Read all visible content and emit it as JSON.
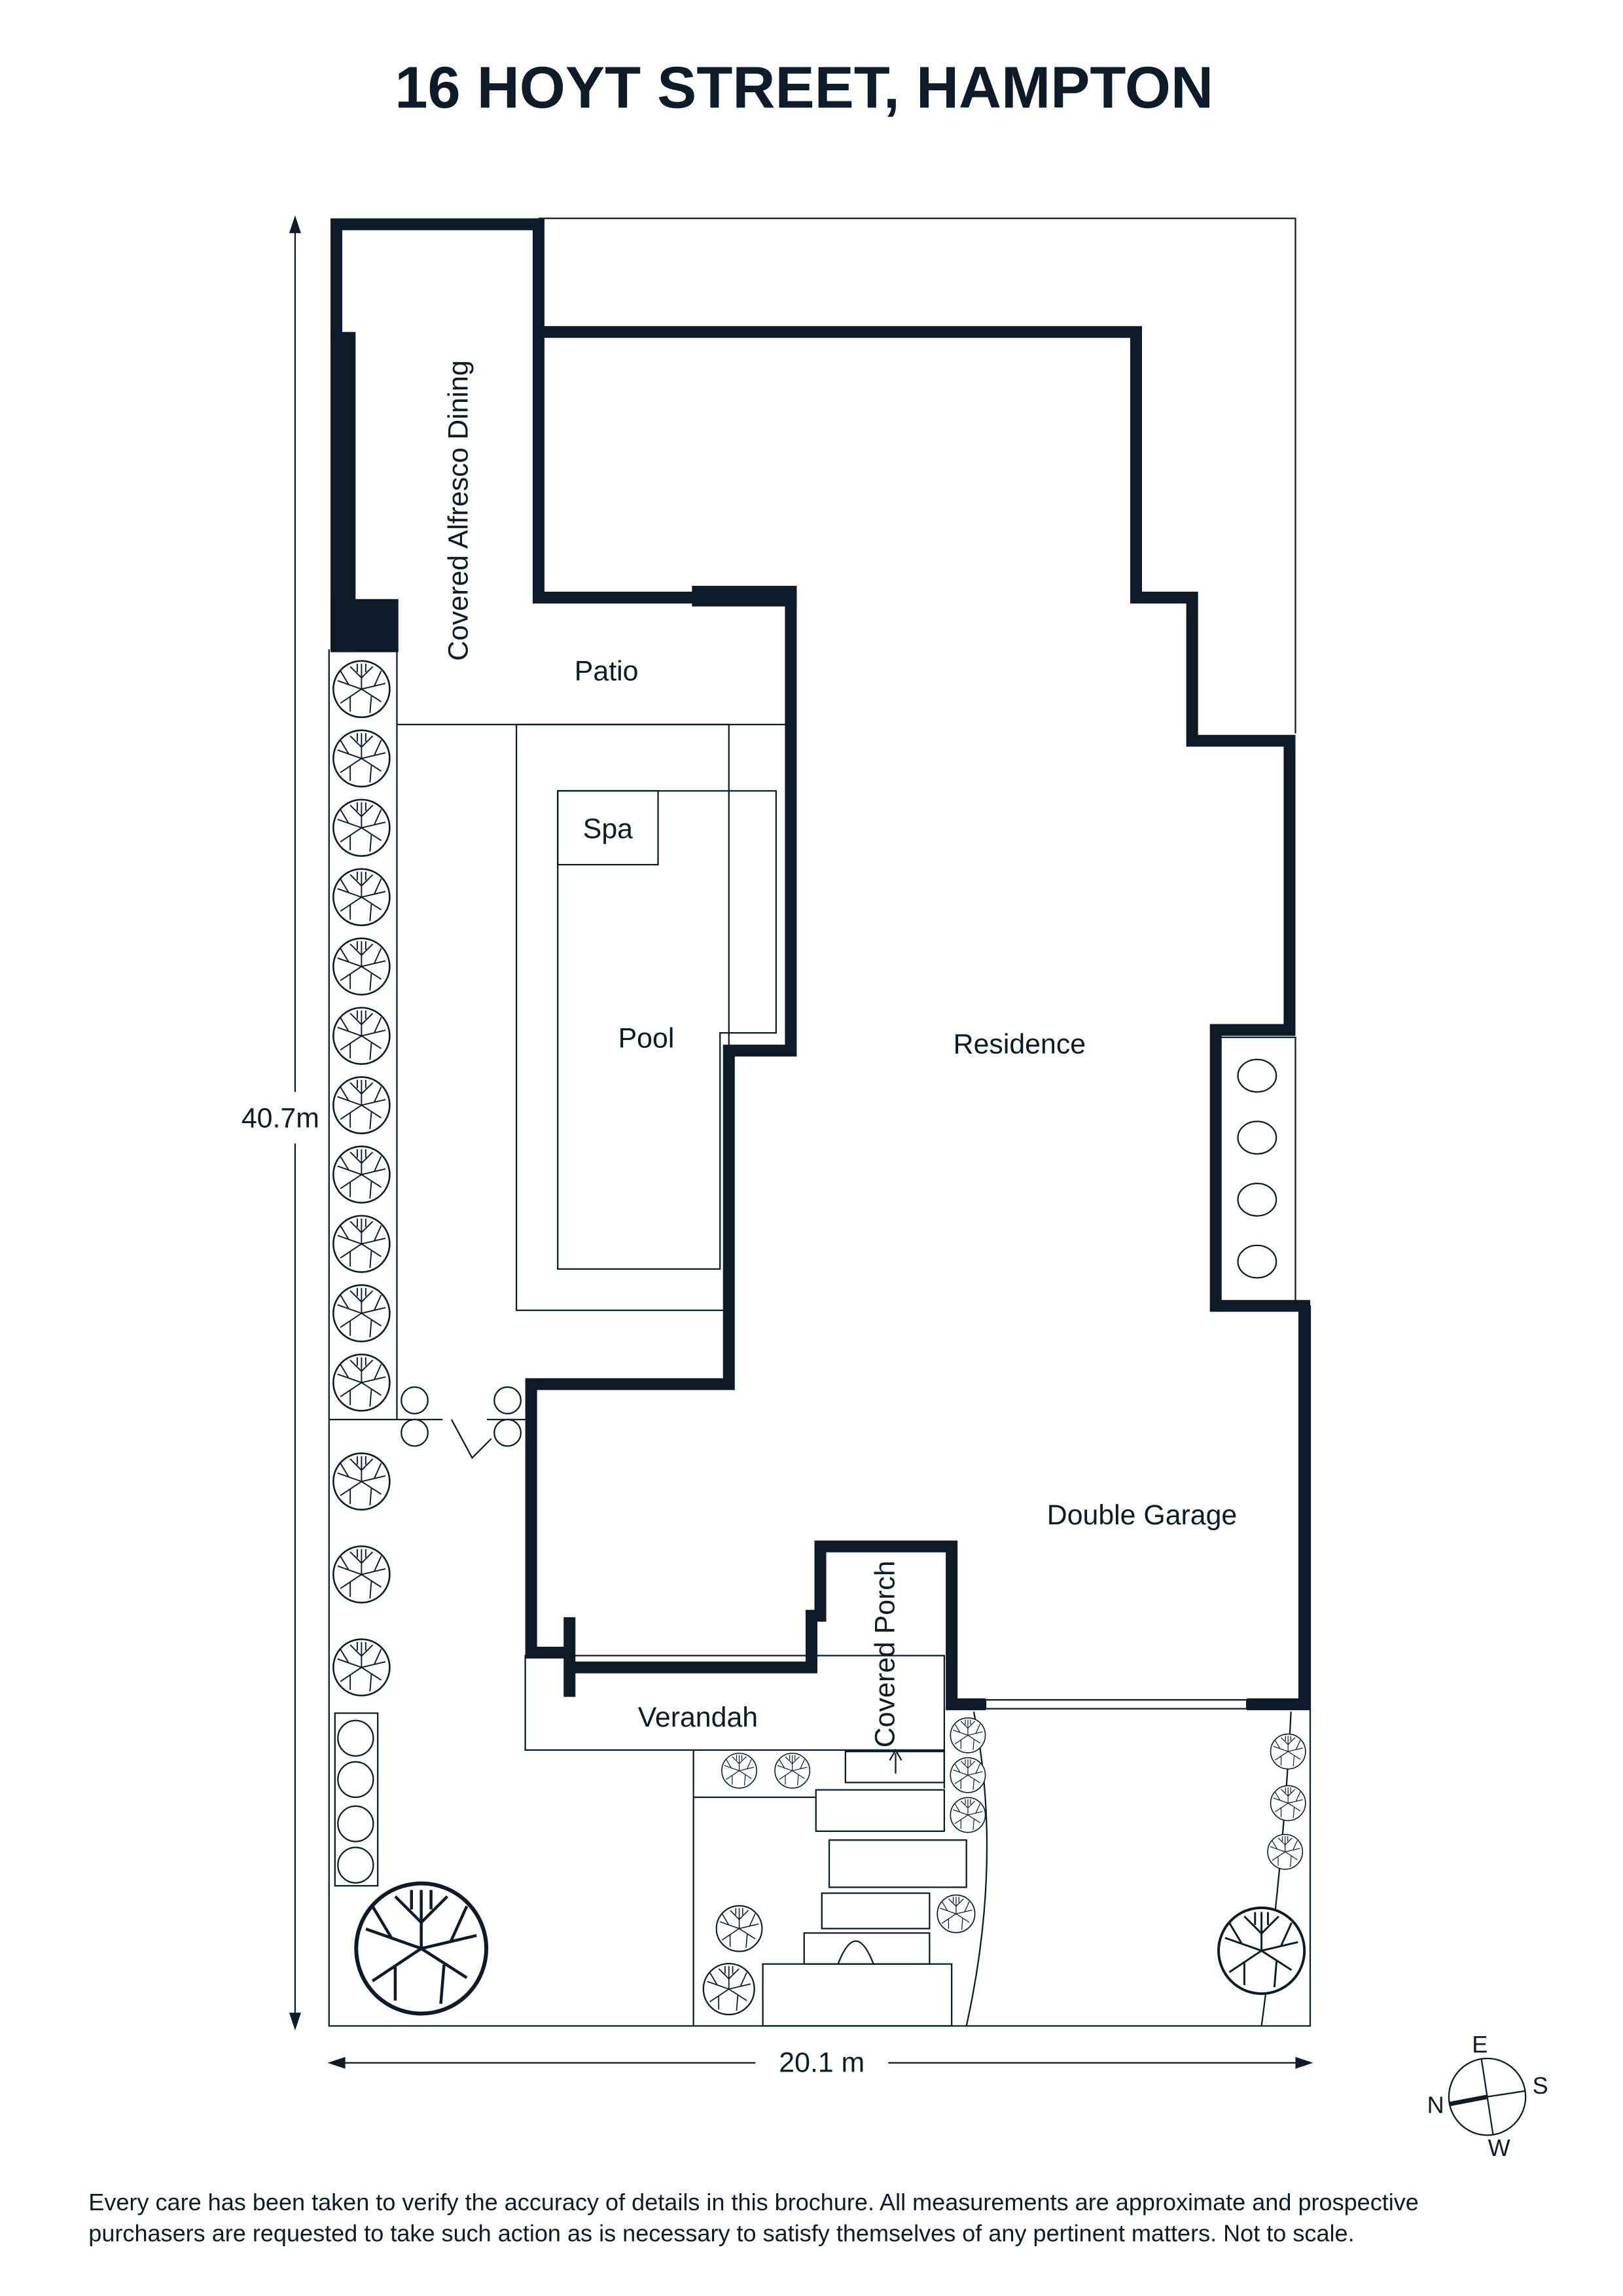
{
  "title": "16 HOYT STREET, HAMPTON",
  "rooms": {
    "alfresco": "Covered Alfresco Dining",
    "patio": "Patio",
    "spa": "Spa",
    "pool": "Pool",
    "residence": "Residence",
    "garage": "Double Garage",
    "verandah": "Verandah",
    "porch": "Covered Porch"
  },
  "dimensions": {
    "depth": "40.7m",
    "width": "20.1 m"
  },
  "compass": {
    "north": "N",
    "east": "E",
    "south": "S",
    "west": "W"
  },
  "disclaimer": {
    "line1": "Every care has been taken to verify the accuracy of details in this brochure. All measurements are approximate and prospective",
    "line2": "purchasers are requested to take such action as is necessary to satisfy themselves of any pertinent matters. Not to scale."
  },
  "colors": {
    "ink": "#0d1a28"
  }
}
